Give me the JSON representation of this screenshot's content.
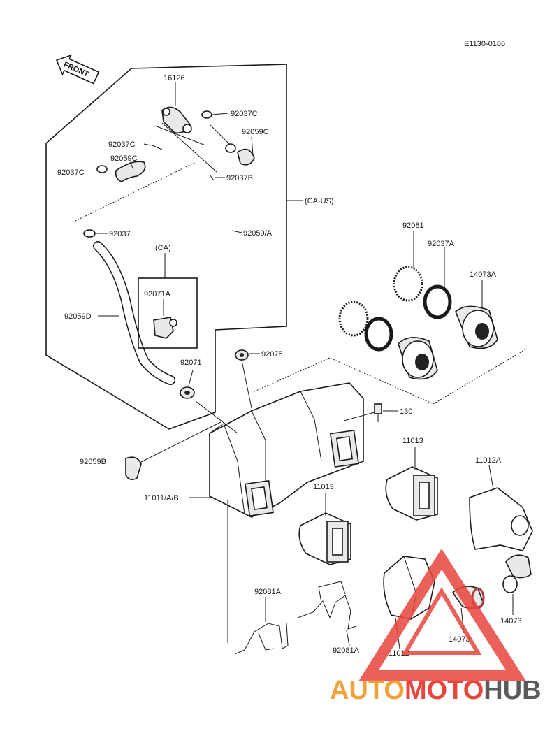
{
  "figure_code": "E1130-0186",
  "front_arrow_text": "FRONT",
  "colors": {
    "line": "#1a1a1a",
    "watermark_red": "#e8453c",
    "watermark_orange": "#f3a23a",
    "watermark_gray": "#5a5a5a"
  },
  "labels": {
    "p16126": "16126",
    "p92037C_a": "92037C",
    "p92059C_a": "92059C",
    "p92037C_b": "92037C",
    "p92059C_b": "92059C",
    "p92037C_c": "92037C",
    "p92037B": "92037B",
    "ca_us": "(CA-US)",
    "p92037": "92037",
    "p92059A": "92059/A",
    "ca": "(CA)",
    "p92071A": "92071A",
    "p92059D": "92059D",
    "p92071": "92071",
    "p92075": "92075",
    "p92081": "92081",
    "p92037A": "92037A",
    "p14073A": "14073A",
    "p130": "130",
    "p11013_a": "11013",
    "p11012A": "11012A",
    "p92059B": "92059B",
    "p11013_b": "11013",
    "p11011": "11011/A/B",
    "p92081A_a": "92081A",
    "p92081A_b": "92081A",
    "p11012": "11012",
    "p14073_a": "14073",
    "p14073_b": "14073"
  },
  "watermark": {
    "part1": "AUTO",
    "part2": "MOTO",
    "part3": "HUB"
  }
}
